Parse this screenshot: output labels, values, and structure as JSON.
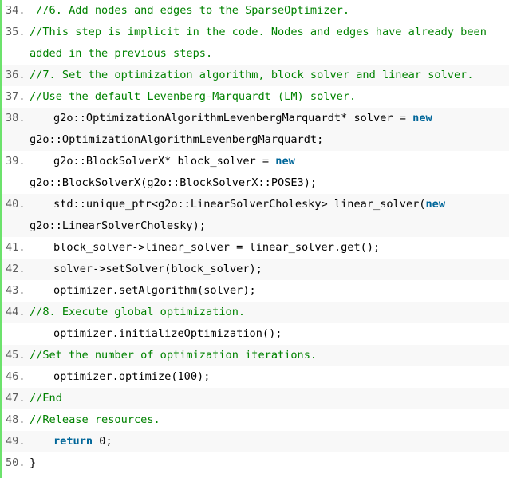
{
  "lines": [
    {
      "num": "34.",
      "pre": "",
      "comment": " //6. Add nodes and edges to the SparseOptimizer."
    },
    {
      "num": "35.",
      "pre": "",
      "comment": " //This step is implicit in the code. Nodes and edges have already been added in the previous steps."
    },
    {
      "num": "36.",
      "pre": "",
      "comment": "//7. Set the optimization algorithm, block solver and linear solver."
    },
    {
      "num": "37.",
      "pre": "",
      "comment": "//Use the default Levenberg-Marquardt (LM) solver."
    },
    {
      "num": "38.",
      "code1": "g2o::OptimizationAlgorithmLevenbergMarquardt* solver = ",
      "kw": "new",
      "code2": "g2o::OptimizationAlgorithmLevenbergMarquardt;"
    },
    {
      "num": "39.",
      "code1": "g2o::BlockSolverX* block_solver = ",
      "kw": "new",
      "code2": "g2o::BlockSolverX(g2o::BlockSolverX::POSE3);"
    },
    {
      "num": "40.",
      "code1": "std::unique_ptr<g2o::LinearSolverCholesky> linear_solver(",
      "kw": "new",
      "code2": "g2o::LinearSolverCholesky);"
    },
    {
      "num": "41.",
      "code": "block_solver->linear_solver = linear_solver.get();"
    },
    {
      "num": "42.",
      "code": "solver->setSolver(block_solver);"
    },
    {
      "num": "43.",
      "code": "optimizer.setAlgorithm(solver);"
    },
    {
      "num": "44.",
      "comment": "//8. Execute global optimization."
    },
    {
      "num": "",
      "code": "optimizer.initializeOptimization();"
    },
    {
      "num": "45.",
      "comment": "//Set the number of optimization iterations."
    },
    {
      "num": "46.",
      "code": "optimizer.optimize(100);"
    },
    {
      "num": "47.",
      "comment": "//End"
    },
    {
      "num": "48.",
      "comment": "//Release resources."
    },
    {
      "num": "49.",
      "kw": "return",
      "code": " 0;"
    },
    {
      "num": "50.",
      "code": "}"
    }
  ]
}
